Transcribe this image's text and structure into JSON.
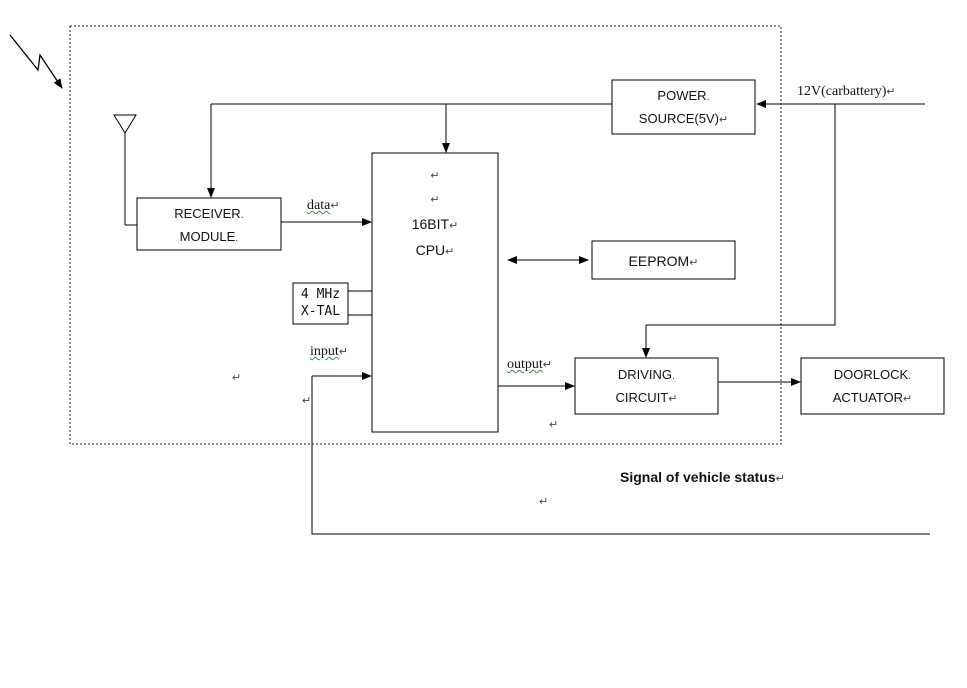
{
  "boxes": {
    "power_source": {
      "line1": "POWER",
      "line2": "SOURCE(5V)"
    },
    "receiver_module": {
      "line1": "RECEIVER",
      "line2": "MODULE"
    },
    "cpu": {
      "line1": "16BIT",
      "line2": "CPU"
    },
    "eeprom": {
      "label": "EEPROM"
    },
    "crystal": {
      "line1": "4 MHz",
      "line2": "X-TAL"
    },
    "driving_circuit": {
      "line1": "DRIVING",
      "line2": "CIRCUIT"
    },
    "doorlock_actuator": {
      "line1": "DOORLOCK",
      "line2": "ACTUATOR"
    }
  },
  "labels": {
    "battery": "12V(carbattery)",
    "data": "data",
    "input": "input",
    "output": "output",
    "signal_status": "Signal of vehicle status"
  },
  "marks": {
    "return": "↵",
    "dot": "."
  }
}
